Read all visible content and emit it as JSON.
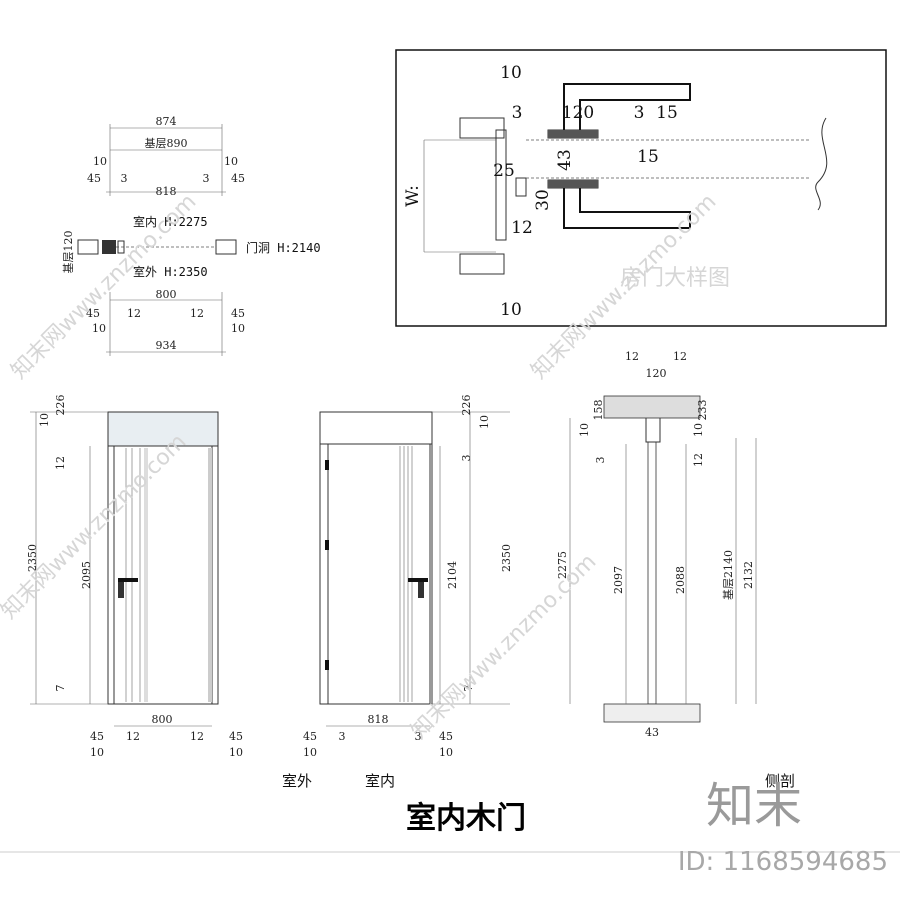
{
  "plan": {
    "top_874": "874",
    "base_890": "基层890",
    "l10": "10",
    "r10": "10",
    "l45": "45",
    "l3": "3",
    "w818": "818",
    "r3": "3",
    "r45": "45",
    "indoor_h": "室内 H:2275",
    "opening_h": "门洞 H:2140",
    "outdoor_h": "室外 H:2350",
    "base120": "基层120",
    "w800": "800",
    "b45l": "45",
    "b12l": "12",
    "b12r": "12",
    "b45r": "45",
    "b10l": "10",
    "b10r": "10",
    "w934": "934"
  },
  "detail": {
    "d10_top": "10",
    "d3": "3",
    "d120": "120",
    "d3b": "3",
    "d15a": "15",
    "d25": "25",
    "d43": "43",
    "d15b": "15",
    "d30": "30",
    "d12": "12",
    "w_label": "W:",
    "d10_bot": "10",
    "ghost_text": "房门大样图"
  },
  "elev_out": {
    "t10": "10",
    "t226": "226",
    "t12": "12",
    "h2350": "2350",
    "h2095": "2095",
    "b7": "7",
    "w800": "800",
    "b45l": "45",
    "b12l": "12",
    "b12r": "12",
    "b45r": "45",
    "b10l": "10",
    "b10r": "10"
  },
  "elev_in": {
    "t226": "226",
    "t10": "10",
    "t3": "3",
    "h2104": "2104",
    "h2350": "2350",
    "b7": "7",
    "w818": "818",
    "b45l": "45",
    "b3l": "3",
    "b3r": "3",
    "b45r": "45",
    "b10l": "10",
    "b10r": "10"
  },
  "section": {
    "t12a": "12",
    "t12b": "12",
    "t120": "120",
    "t158": "158",
    "t233": "233",
    "l10": "10",
    "l3": "3",
    "r10": "10",
    "r12": "12",
    "h2275": "2275",
    "h2097": "2097",
    "h2088": "2088",
    "h_base2140": "基层2140",
    "h2132": "2132",
    "b43": "43"
  },
  "captions": {
    "outdoor": "室外",
    "indoor": "室内",
    "side_section": "侧剖",
    "title": "室内木门"
  },
  "watermark": {
    "text": "知末网www.znzmo.com",
    "brand": "知末",
    "id": "ID: 1168594685"
  }
}
